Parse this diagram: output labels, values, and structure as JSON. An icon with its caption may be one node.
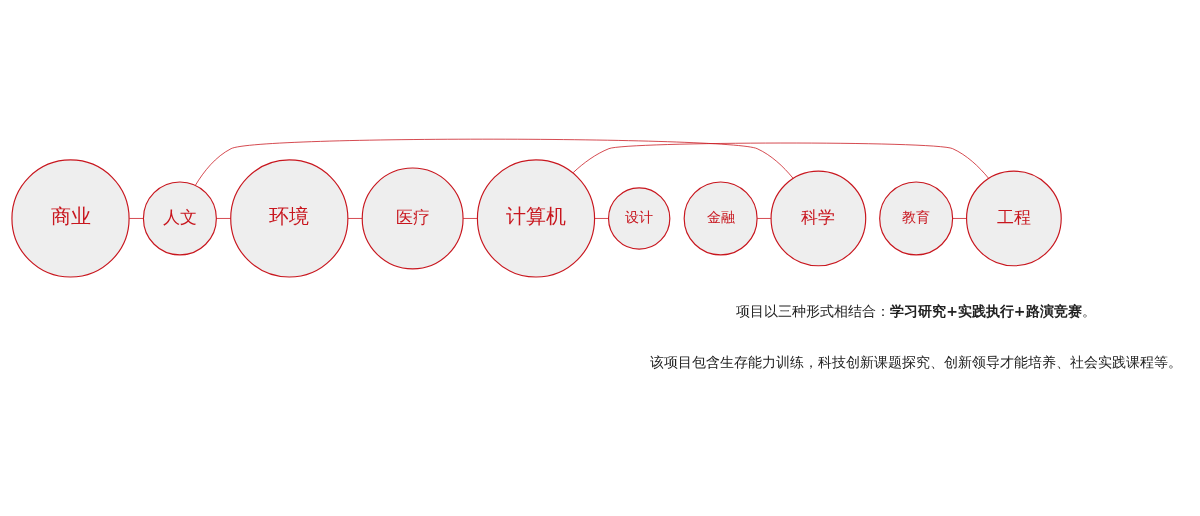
{
  "diagram": {
    "nodes": [
      {
        "text": [
          "商业"
        ]
      },
      {
        "text": [
          "人文"
        ]
      },
      {
        "text": [
          "金融"
        ]
      },
      {
        "text": [
          "科学"
        ]
      },
      {
        "text": [
          "环境"
        ]
      },
      {
        "text": [
          "教育"
        ]
      },
      {
        "text": [
          "医疗"
        ]
      },
      {
        "text": [
          "工程"
        ]
      },
      {
        "text": [
          "计算机"
        ]
      },
      {
        "text": [
          "设计"
        ]
      }
    ],
    "edges": [
      {
        "from": 0,
        "to": 1,
        "arrow": "none"
      },
      {
        "from": 1,
        "to": 3,
        "arrow": "none"
      },
      {
        "from": 1,
        "to": 4,
        "arrow": "none"
      },
      {
        "from": 2,
        "to": 3,
        "arrow": "none"
      },
      {
        "from": 4,
        "to": 6,
        "arrow": "none"
      },
      {
        "from": 6,
        "to": 8,
        "arrow": "none"
      },
      {
        "from": 8,
        "to": 7,
        "arrow": "none"
      },
      {
        "from": 5,
        "to": 7,
        "arrow": "none"
      },
      {
        "from": 8,
        "to": 9,
        "arrow": "none"
      }
    ],
    "labels": [
      "项目以三种形式相结合：**学习研究+实践执行+路演竞赛**。",
      "该项目包含生存能力训练，科技创新课题探究、创新领导才能培养、社会实践课程等。"
    ]
  }
}
